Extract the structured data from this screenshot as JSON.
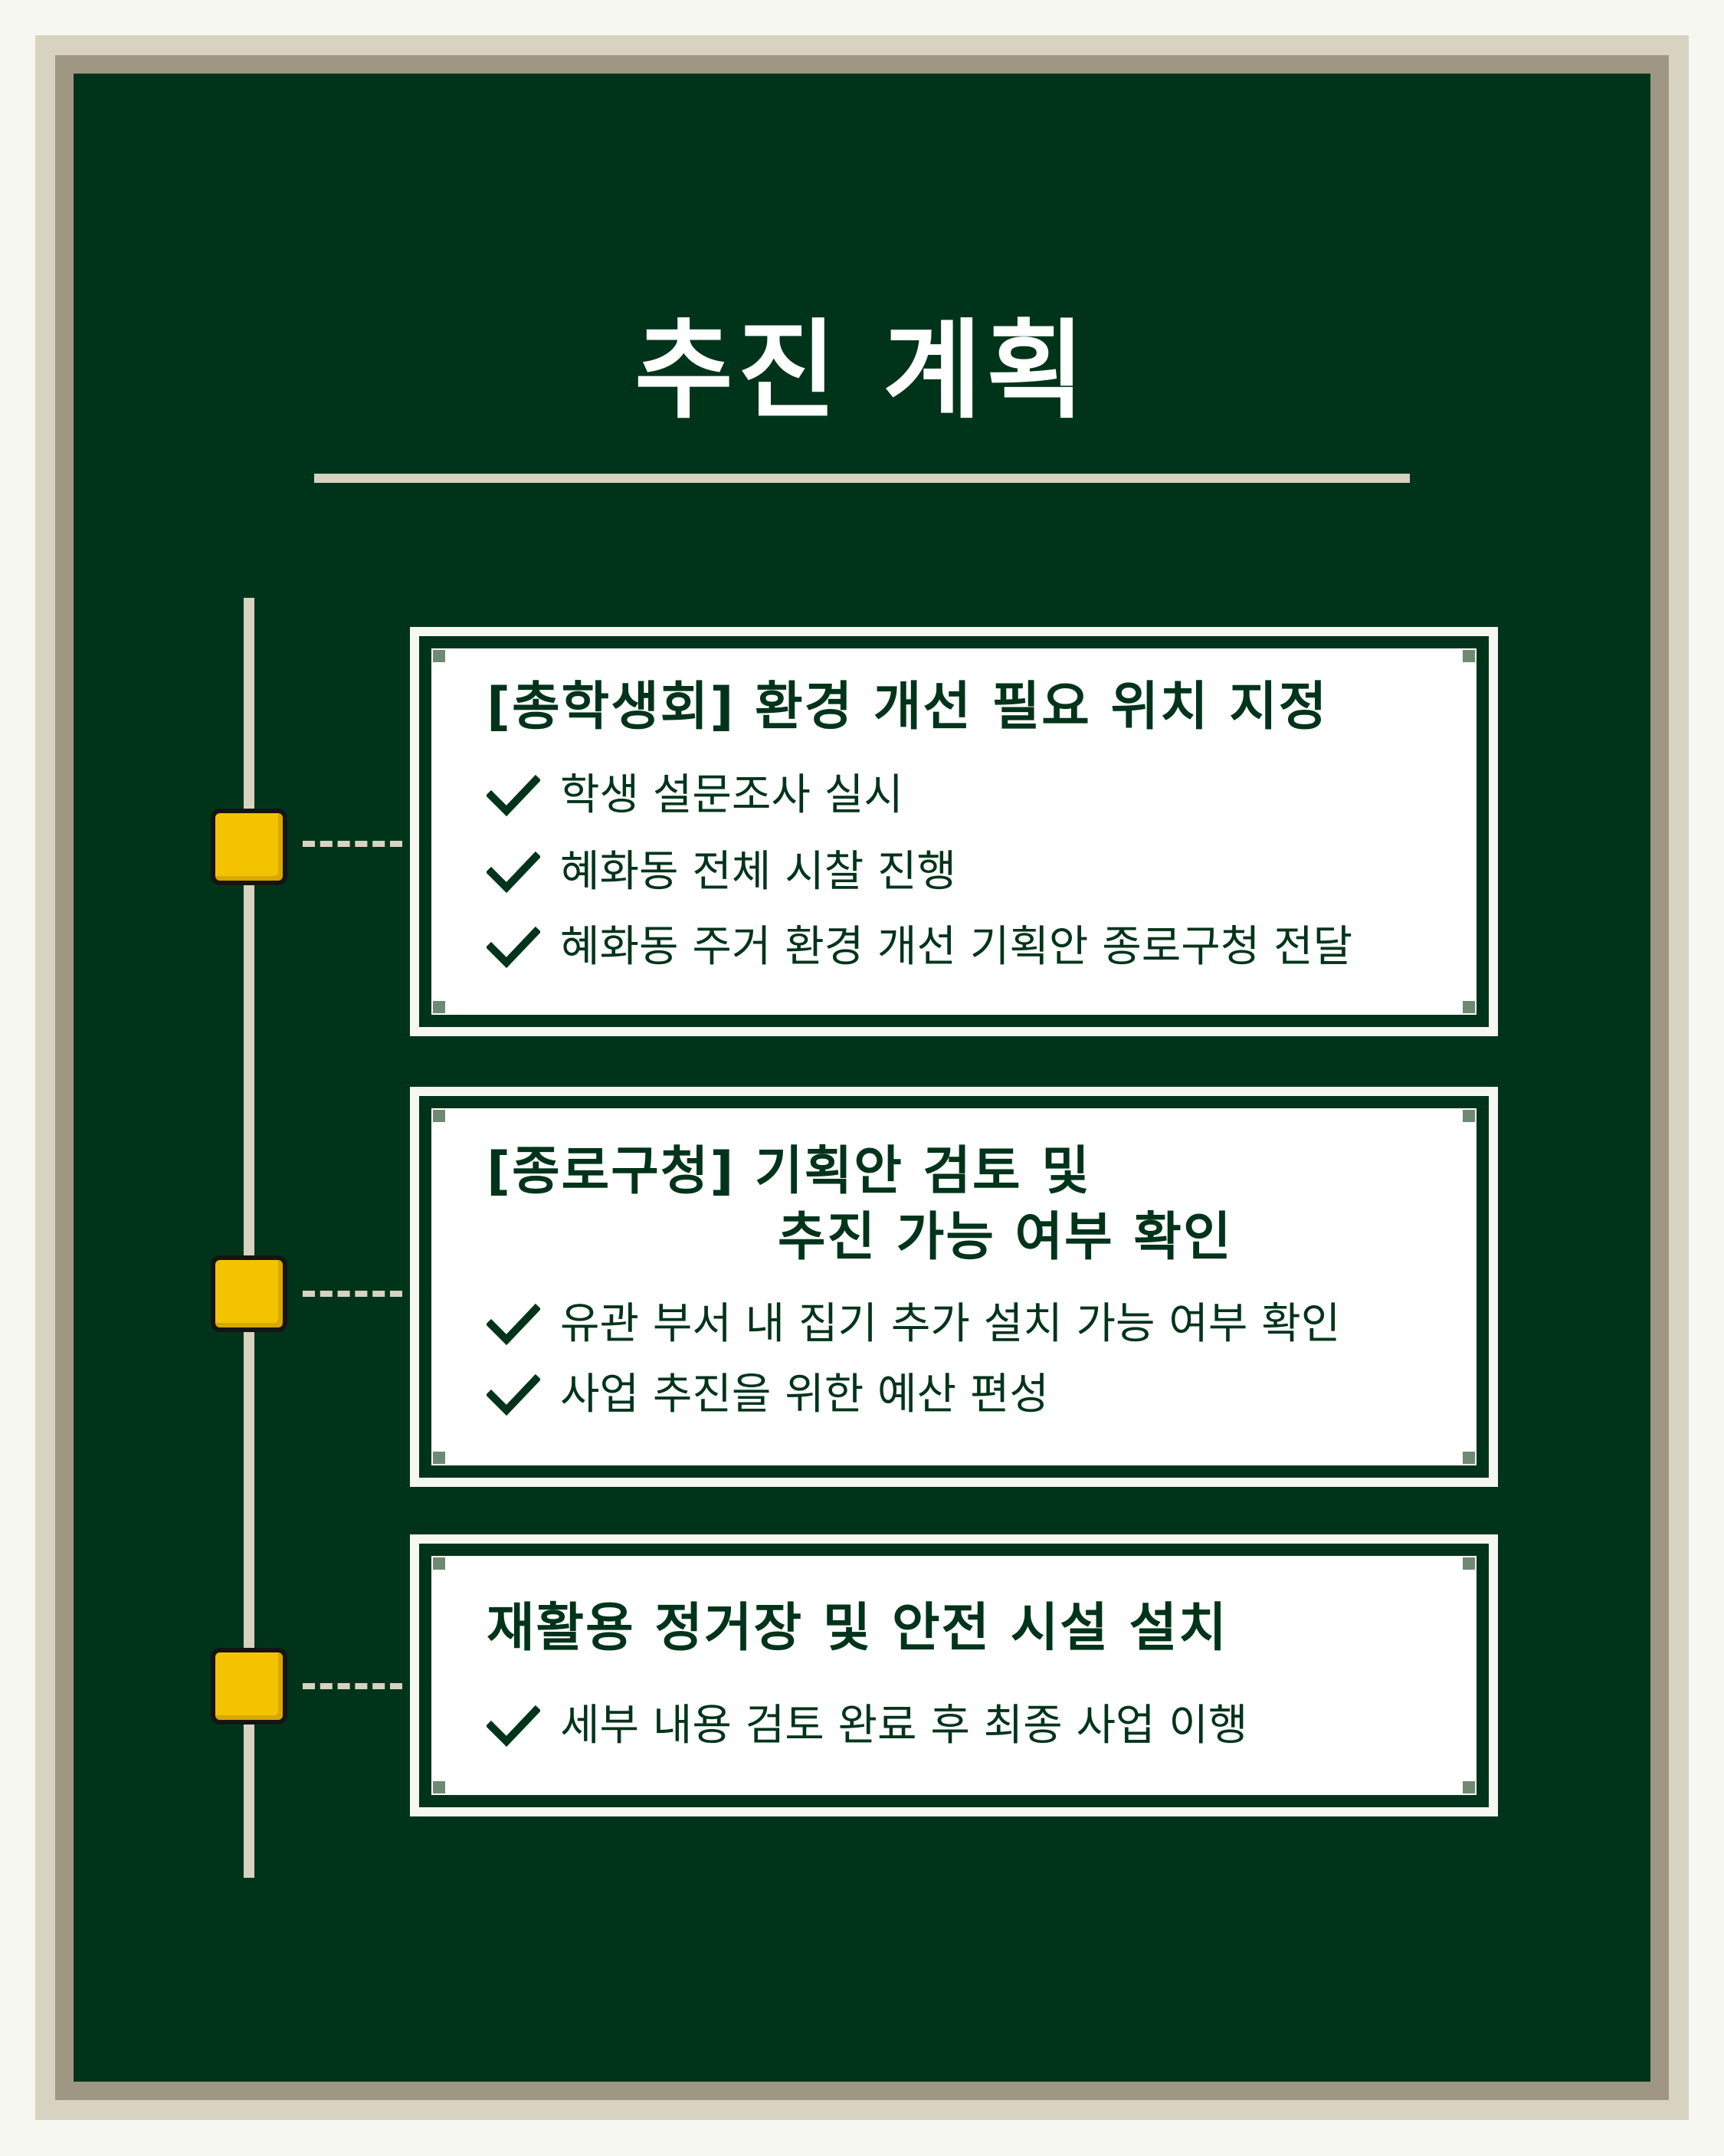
{
  "title": "추진 계획",
  "colors": {
    "board": "#00341a",
    "frame_light": "#d8d2c0",
    "frame_dark": "#9f9783",
    "node": "#f3c300",
    "card": "#ffffff",
    "text_dark": "#00341a"
  },
  "steps": [
    {
      "title_line1": "[총학생회] 환경 개선 필요 위치 지정",
      "title_line2": "",
      "items": [
        "학생 설문조사 실시",
        "혜화동 전체 시찰 진행",
        "혜화동 주거 환경 개선 기획안 종로구청 전달"
      ]
    },
    {
      "title_line1": "[종로구청] 기획안 검토 및",
      "title_line2": "추진 가능 여부 확인",
      "items": [
        "유관 부서 내 집기 추가 설치 가능 여부 확인",
        "사업 추진을 위한 예산 편성"
      ]
    },
    {
      "title_line1": "재활용 정거장 및 안전 시설 설치",
      "title_line2": "",
      "items": [
        "세부 내용 검토 완료 후 최종 사업 이행"
      ]
    }
  ],
  "icons": {
    "check": "check-icon",
    "timeline_node": "timeline-node-icon"
  }
}
